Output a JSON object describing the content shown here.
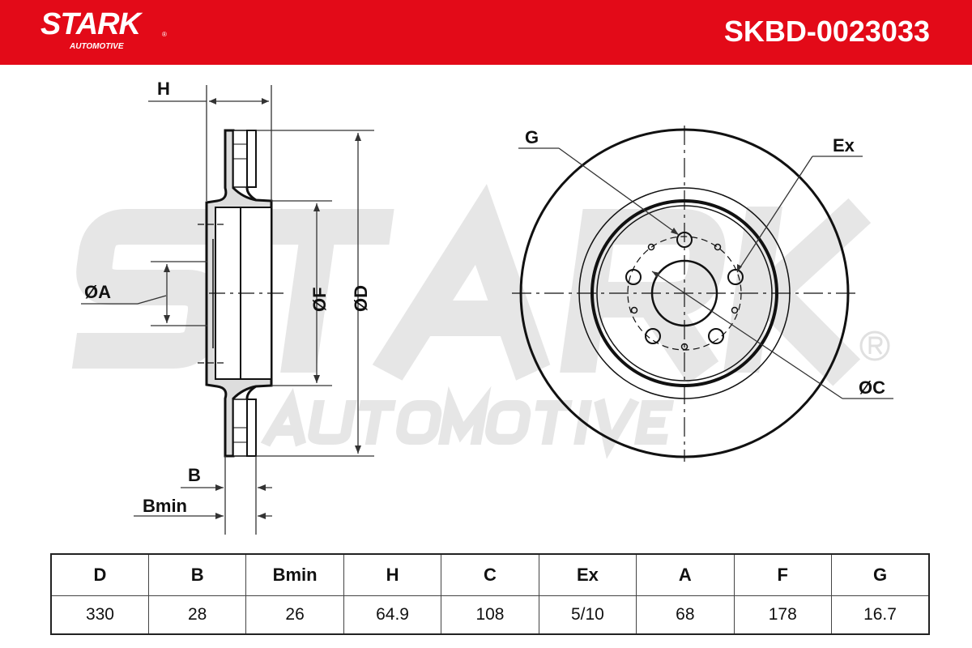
{
  "header": {
    "brand": "STARK",
    "brand_sub": "AUTOMOTIVE",
    "registered": "®",
    "part_number": "SKBD-0023033",
    "color": "#e30a18"
  },
  "watermark": {
    "main": "STARK",
    "sub": "AUTOMOTIVE",
    "registered": "®"
  },
  "drawing_labels": {
    "H": "H",
    "A": "ØA",
    "F": "ØF",
    "D": "ØD",
    "B": "B",
    "Bmin": "Bmin",
    "G": "G",
    "Ex": "Ex",
    "C": "ØC"
  },
  "table": {
    "headers": [
      "D",
      "B",
      "Bmin",
      "H",
      "C",
      "Ex",
      "A",
      "F",
      "G"
    ],
    "values": [
      "330",
      "28",
      "26",
      "64.9",
      "108",
      "5/10",
      "68",
      "178",
      "16.7"
    ]
  }
}
